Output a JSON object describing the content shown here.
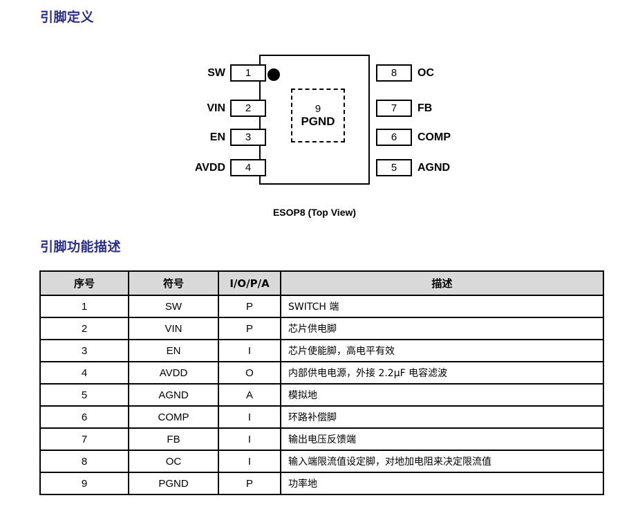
{
  "headings": {
    "pin_definition": "引脚定义",
    "pin_function": "引脚功能描述"
  },
  "package_diagram": {
    "caption": "ESOP8 (Top View)",
    "exposed_pad": {
      "number": "9",
      "label": "PGND"
    },
    "left_pins": [
      {
        "number": "1",
        "name": "SW"
      },
      {
        "number": "2",
        "name": "VIN"
      },
      {
        "number": "3",
        "name": "EN"
      },
      {
        "number": "4",
        "name": "AVDD"
      }
    ],
    "right_pins": [
      {
        "number": "8",
        "name": "OC"
      },
      {
        "number": "7",
        "name": "FB"
      },
      {
        "number": "6",
        "name": "COMP"
      },
      {
        "number": "5",
        "name": "AGND"
      }
    ]
  },
  "pin_table": {
    "headers": {
      "no": "序号",
      "symbol": "符号",
      "type": "I/O/P/A",
      "description": "描述"
    },
    "rows": [
      {
        "no": "1",
        "symbol": "SW",
        "type": "P",
        "description": "SWITCH 端"
      },
      {
        "no": "2",
        "symbol": "VIN",
        "type": "P",
        "description": "芯片供电脚"
      },
      {
        "no": "3",
        "symbol": "EN",
        "type": "I",
        "description": "芯片使能脚，高电平有效"
      },
      {
        "no": "4",
        "symbol": "AVDD",
        "type": "O",
        "description": "内部供电电源，外接 2.2μF 电容滤波"
      },
      {
        "no": "5",
        "symbol": "AGND",
        "type": "A",
        "description": "模拟地"
      },
      {
        "no": "6",
        "symbol": "COMP",
        "type": "I",
        "description": "环路补偿脚"
      },
      {
        "no": "7",
        "symbol": "FB",
        "type": "I",
        "description": "输出电压反馈端"
      },
      {
        "no": "8",
        "symbol": "OC",
        "type": "I",
        "description": "输入端限流值设定脚，对地加电阻来决定限流值"
      },
      {
        "no": "9",
        "symbol": "PGND",
        "type": "P",
        "description": "功率地"
      }
    ]
  },
  "colors": {
    "heading": "#2b2d87",
    "table_header_bg": "#d9d9d9",
    "line": "#000000"
  }
}
